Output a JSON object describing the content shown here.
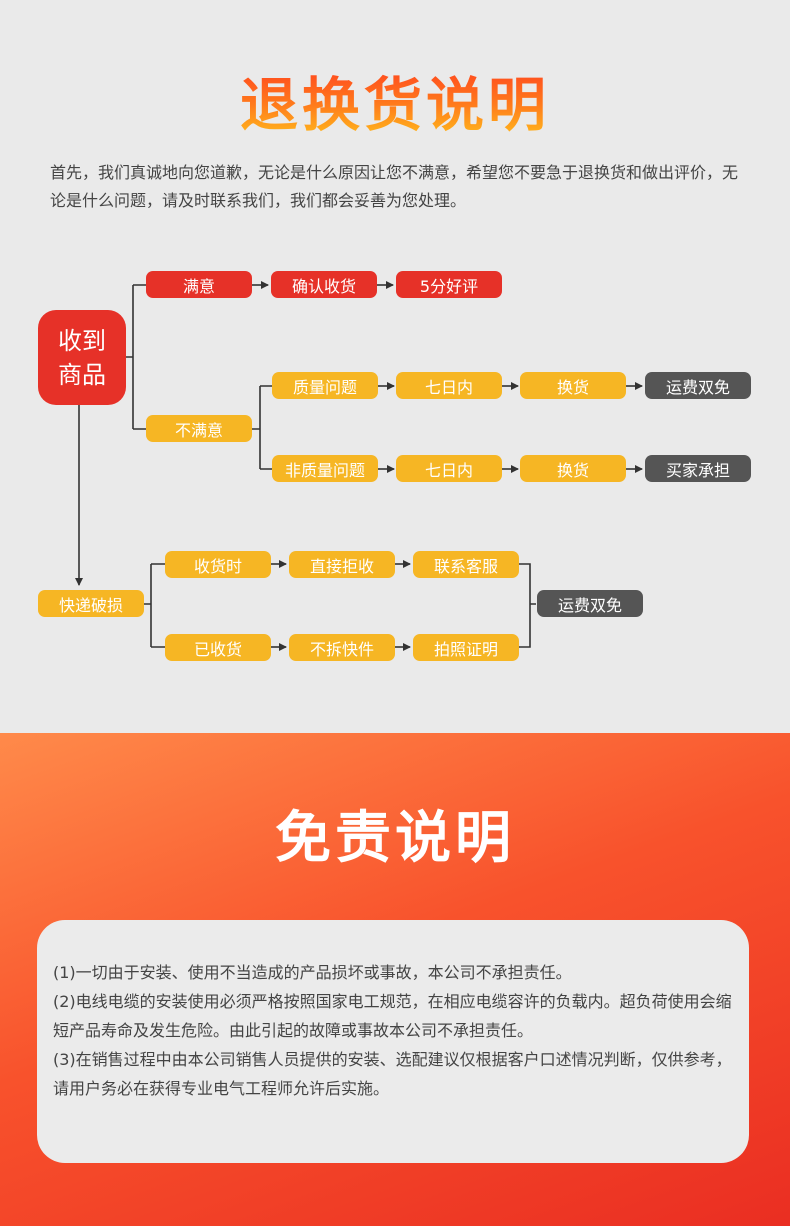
{
  "return_section": {
    "title": "退换货说明",
    "intro": "首先，我们真诚地向您道歉，无论是什么原因让您不满意，希望您不要急于退换货和做出评价，无论是什么问题，请及时联系我们，我们都会妥善为您处理。",
    "start_node": "收到商品",
    "satisfied": {
      "label": "满意",
      "steps": [
        "确认收货",
        "5分好评"
      ]
    },
    "unsatisfied": {
      "label": "不满意",
      "quality": {
        "label": "质量问题",
        "steps": [
          "七日内",
          "换货"
        ],
        "result": "运费双免"
      },
      "non_quality": {
        "label": "非质量问题",
        "steps": [
          "七日内",
          "换货"
        ],
        "result": "买家承担"
      }
    },
    "damage": {
      "label": "快递破损",
      "on_delivery": {
        "label": "收货时",
        "steps": [
          "直接拒收",
          "联系客服"
        ]
      },
      "after_receipt": {
        "label": "已收货",
        "steps": [
          "不拆快件",
          "拍照证明"
        ]
      },
      "result": "运费双免"
    },
    "colors": {
      "red": "#e63128",
      "yellow": "#f6b624",
      "dark": "#555555",
      "line": "#333333"
    }
  },
  "disclaimer_section": {
    "title": "免责说明",
    "items": [
      "(1)一切由于安装、使用不当造成的产品损坏或事故，本公司不承担责任。",
      "(2)电线电缆的安装使用必须严格按照国家电工规范，在相应电缆容许的负载内。超负荷使用会缩短产品寿命及发生危险。由此引起的故障或事故本公司不承担责任。",
      "(3)在销售过程中由本公司销售人员提供的安装、选配建议仅根据客户口述情况判断，仅供参考，请用户务必在获得专业电气工程师允许后实施。"
    ]
  }
}
